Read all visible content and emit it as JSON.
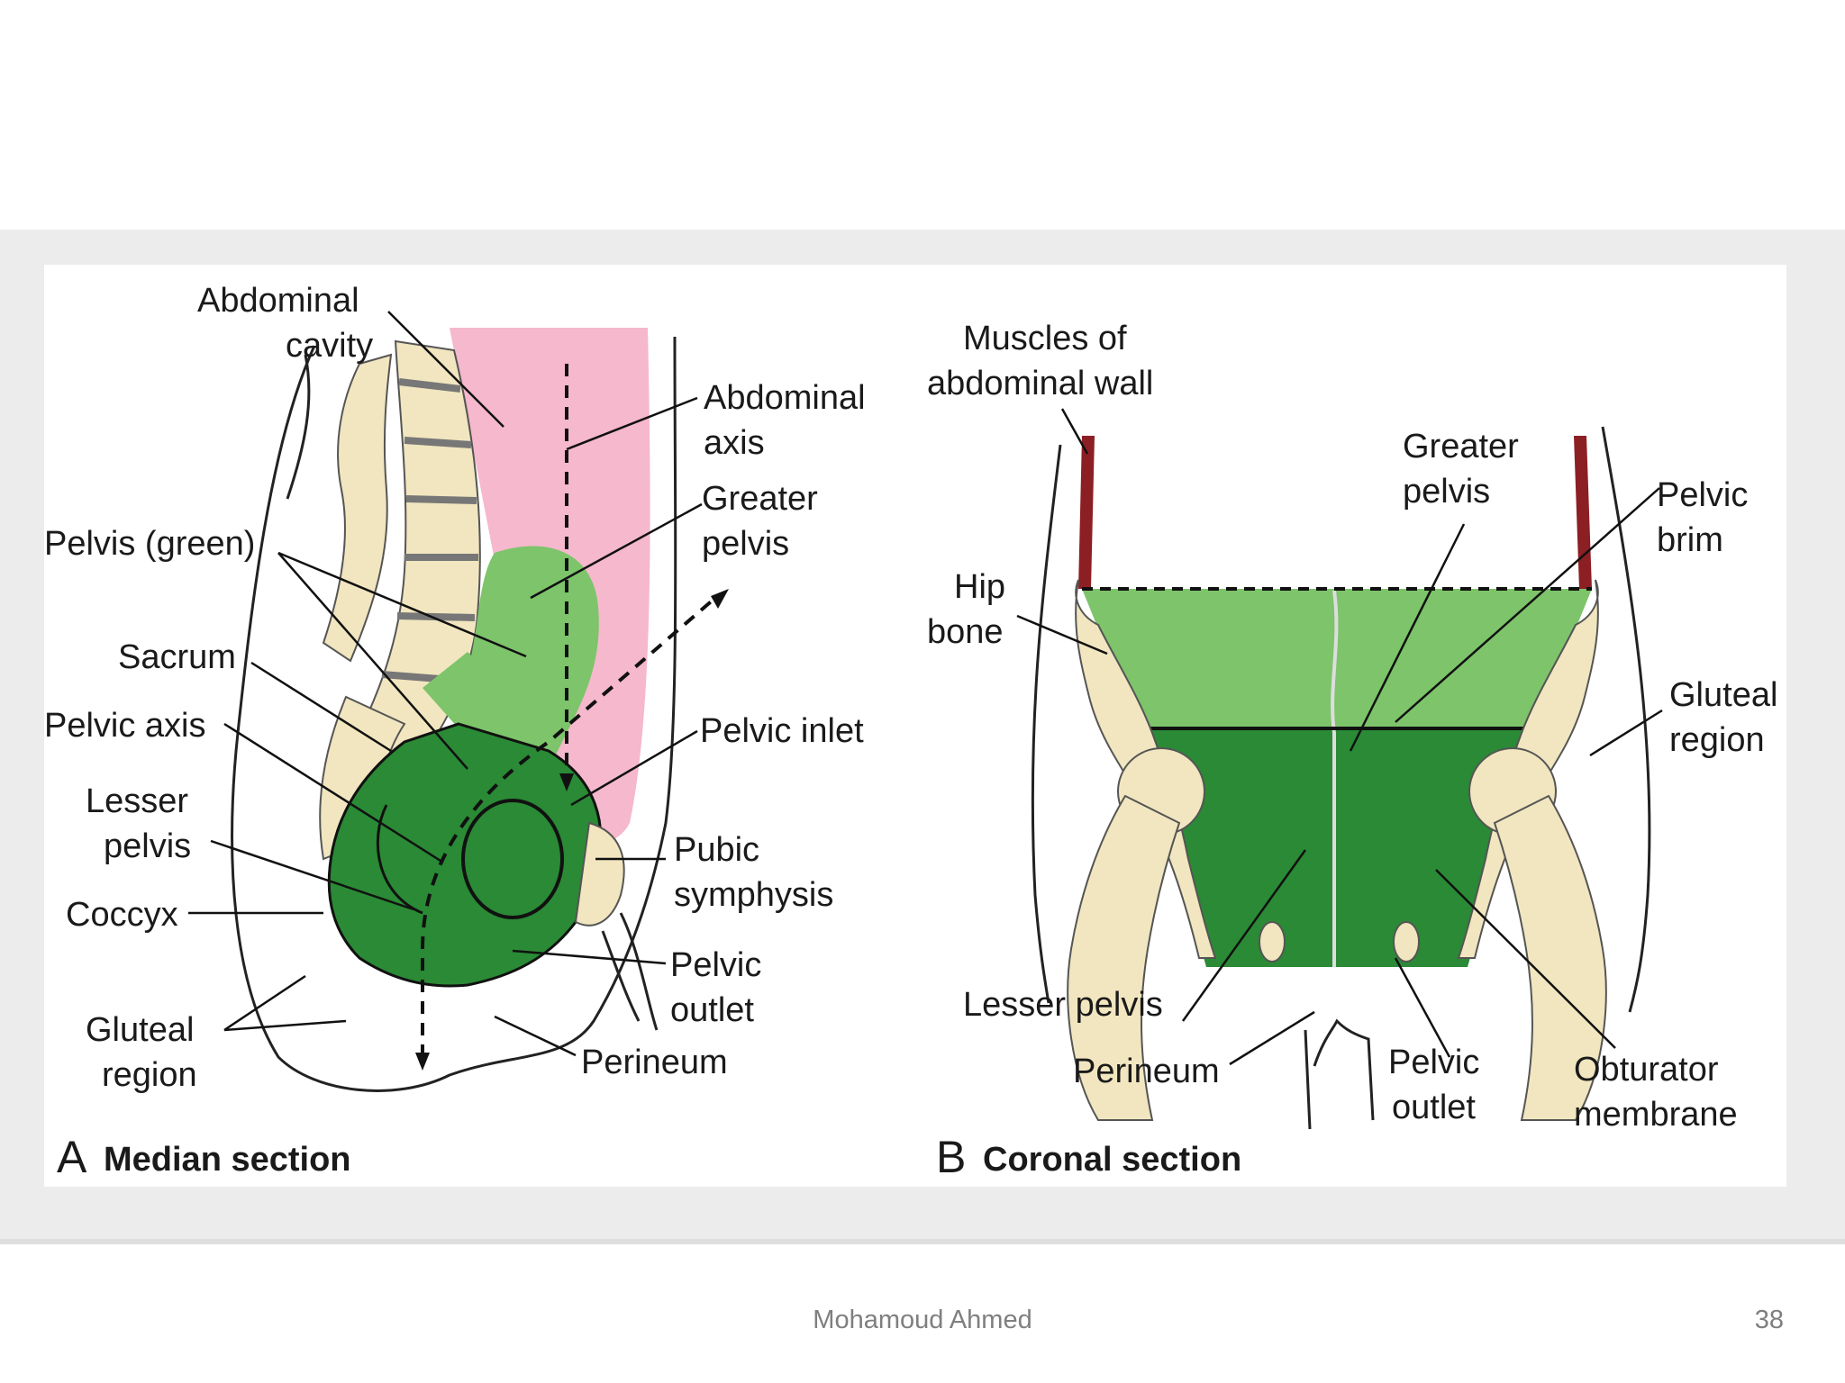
{
  "figure": {
    "panel_a": {
      "letter": "A",
      "caption": "Median section",
      "labels": {
        "abdominal_cavity_1": "Abdominal",
        "abdominal_cavity_2": "cavity",
        "abdominal_axis_1": "Abdominal",
        "abdominal_axis_2": "axis",
        "greater_pelvis_1": "Greater",
        "greater_pelvis_2": "pelvis",
        "pelvis_green": "Pelvis (green)",
        "sacrum": "Sacrum",
        "pelvic_axis": "Pelvic axis",
        "pelvic_inlet": "Pelvic inlet",
        "lesser_pelvis_1": "Lesser",
        "lesser_pelvis_2": "pelvis",
        "pubic_symphysis_1": "Pubic",
        "pubic_symphysis_2": "symphysis",
        "coccyx": "Coccyx",
        "pelvic_outlet_1": "Pelvic",
        "pelvic_outlet_2": "outlet",
        "gluteal_region_1": "Gluteal",
        "gluteal_region_2": "region",
        "perineum": "Perineum"
      }
    },
    "panel_b": {
      "letter": "B",
      "caption": "Coronal section",
      "labels": {
        "muscles_1": "Muscles of",
        "muscles_2": "abdominal wall",
        "greater_pelvis_1": "Greater",
        "greater_pelvis_2": "pelvis",
        "pelvic_brim_1": "Pelvic",
        "pelvic_brim_2": "brim",
        "hip_bone_1": "Hip",
        "hip_bone_2": "bone",
        "gluteal_region_1": "Gluteal",
        "gluteal_region_2": "region",
        "lesser_pelvis": "Lesser pelvis",
        "perineum": "Perineum",
        "pelvic_outlet_1": "Pelvic",
        "pelvic_outlet_2": "outlet",
        "obturator_1": "Obturator",
        "obturator_2": "membrane"
      }
    },
    "colors": {
      "greater_pelvis": "#7dc46b",
      "lesser_pelvis": "#2a8a35",
      "abdominal_cavity": "#f5b8cc",
      "bone": "#f1e6bf",
      "muscle": "#8c1f24"
    }
  },
  "footer": {
    "author": "Mohamoud Ahmed",
    "page_number": "38"
  }
}
